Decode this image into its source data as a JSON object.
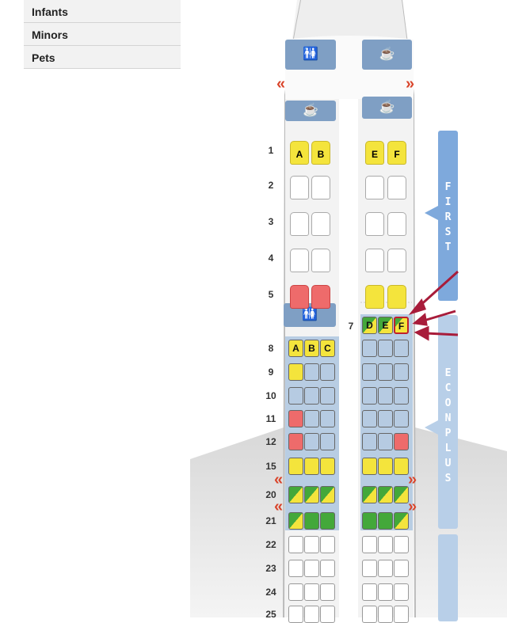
{
  "menu": [
    "Infants",
    "Minors",
    "Pets"
  ],
  "sections": {
    "first": "FIRST",
    "econ_plus": "ECON PLUS"
  },
  "first_rows": [
    {
      "num": "1",
      "seats": [
        [
          "A",
          "yellow"
        ],
        [
          "B",
          "yellow"
        ],
        [
          "E",
          "yellow"
        ],
        [
          "F",
          "yellow"
        ]
      ]
    },
    {
      "num": "2",
      "seats": [
        [
          "",
          "white"
        ],
        [
          "",
          "white"
        ],
        [
          "",
          "white"
        ],
        [
          "",
          "white"
        ]
      ]
    },
    {
      "num": "3",
      "seats": [
        [
          "",
          "white"
        ],
        [
          "",
          "white"
        ],
        [
          "",
          "white"
        ],
        [
          "",
          "white"
        ]
      ]
    },
    {
      "num": "4",
      "seats": [
        [
          "",
          "white"
        ],
        [
          "",
          "white"
        ],
        [
          "",
          "white"
        ],
        [
          "",
          "white"
        ]
      ]
    },
    {
      "num": "5",
      "seats": [
        [
          "",
          "red"
        ],
        [
          "",
          "red"
        ],
        [
          "",
          "yellow"
        ],
        [
          "",
          "yellow"
        ]
      ]
    }
  ],
  "row7": {
    "num": "7",
    "seats": [
      [
        "D",
        "diag"
      ],
      [
        "E",
        "diag"
      ],
      [
        "F",
        "diag2",
        "selected"
      ]
    ]
  },
  "econ_rows": [
    {
      "num": "8",
      "seats": [
        [
          "A",
          "yellow"
        ],
        [
          "B",
          "yellow"
        ],
        [
          "C",
          "yellow"
        ],
        [
          "",
          "blue"
        ],
        [
          "",
          "blue"
        ],
        [
          "",
          "blue"
        ]
      ]
    },
    {
      "num": "9",
      "seats": [
        [
          "",
          "yellow"
        ],
        [
          "",
          "blue"
        ],
        [
          "",
          "blue"
        ],
        [
          "",
          "blue"
        ],
        [
          "",
          "blue"
        ],
        [
          "",
          "blue"
        ]
      ]
    },
    {
      "num": "10",
      "seats": [
        [
          "",
          "blue"
        ],
        [
          "",
          "blue"
        ],
        [
          "",
          "blue"
        ],
        [
          "",
          "blue"
        ],
        [
          "",
          "blue"
        ],
        [
          "",
          "blue"
        ]
      ]
    },
    {
      "num": "11",
      "seats": [
        [
          "",
          "red"
        ],
        [
          "",
          "blue"
        ],
        [
          "",
          "blue"
        ],
        [
          "",
          "blue"
        ],
        [
          "",
          "blue"
        ],
        [
          "",
          "blue"
        ]
      ]
    },
    {
      "num": "12",
      "seats": [
        [
          "",
          "red"
        ],
        [
          "",
          "blue"
        ],
        [
          "",
          "blue"
        ],
        [
          "",
          "blue"
        ],
        [
          "",
          "blue"
        ],
        [
          "",
          "red"
        ]
      ]
    },
    {
      "num": "15",
      "seats": [
        [
          "",
          "yellow"
        ],
        [
          "",
          "yellow"
        ],
        [
          "",
          "yellow"
        ],
        [
          "",
          "yellow"
        ],
        [
          "",
          "yellow"
        ],
        [
          "",
          "yellow"
        ]
      ]
    },
    {
      "num": "20",
      "seats": [
        [
          "",
          "diag"
        ],
        [
          "",
          "diag"
        ],
        [
          "",
          "diag"
        ],
        [
          "",
          "diag"
        ],
        [
          "",
          "diag"
        ],
        [
          "",
          "diag"
        ]
      ]
    },
    {
      "num": "21",
      "seats": [
        [
          "",
          "diag"
        ],
        [
          "",
          "green"
        ],
        [
          "",
          "green"
        ],
        [
          "",
          "green"
        ],
        [
          "",
          "green"
        ],
        [
          "",
          "diag"
        ]
      ]
    },
    {
      "num": "22",
      "seats": [
        [
          "",
          "white"
        ],
        [
          "",
          "white"
        ],
        [
          "",
          "white"
        ],
        [
          "",
          "white"
        ],
        [
          "",
          "white"
        ],
        [
          "",
          "white"
        ]
      ]
    },
    {
      "num": "23",
      "seats": [
        [
          "",
          "white"
        ],
        [
          "",
          "white"
        ],
        [
          "",
          "white"
        ],
        [
          "",
          "white"
        ],
        [
          "",
          "white"
        ],
        [
          "",
          "white"
        ]
      ]
    },
    {
      "num": "24",
      "seats": [
        [
          "",
          "white"
        ],
        [
          "",
          "white"
        ],
        [
          "",
          "white"
        ],
        [
          "",
          "white"
        ],
        [
          "",
          "white"
        ],
        [
          "",
          "white"
        ]
      ]
    },
    {
      "num": "25",
      "seats": [
        [
          "",
          "white"
        ],
        [
          "",
          "white"
        ],
        [
          "",
          "white"
        ],
        [
          "",
          "white"
        ],
        [
          "",
          "white"
        ],
        [
          "",
          "white"
        ]
      ]
    }
  ],
  "icons": {
    "lavatory": "🚻",
    "galley": "☕",
    "exit_left": "«",
    "exit_right": "»"
  },
  "colors": {
    "accent_red": "#c0202b",
    "first": "#7ea9dc",
    "econ_plus": "#b8cfe8"
  }
}
